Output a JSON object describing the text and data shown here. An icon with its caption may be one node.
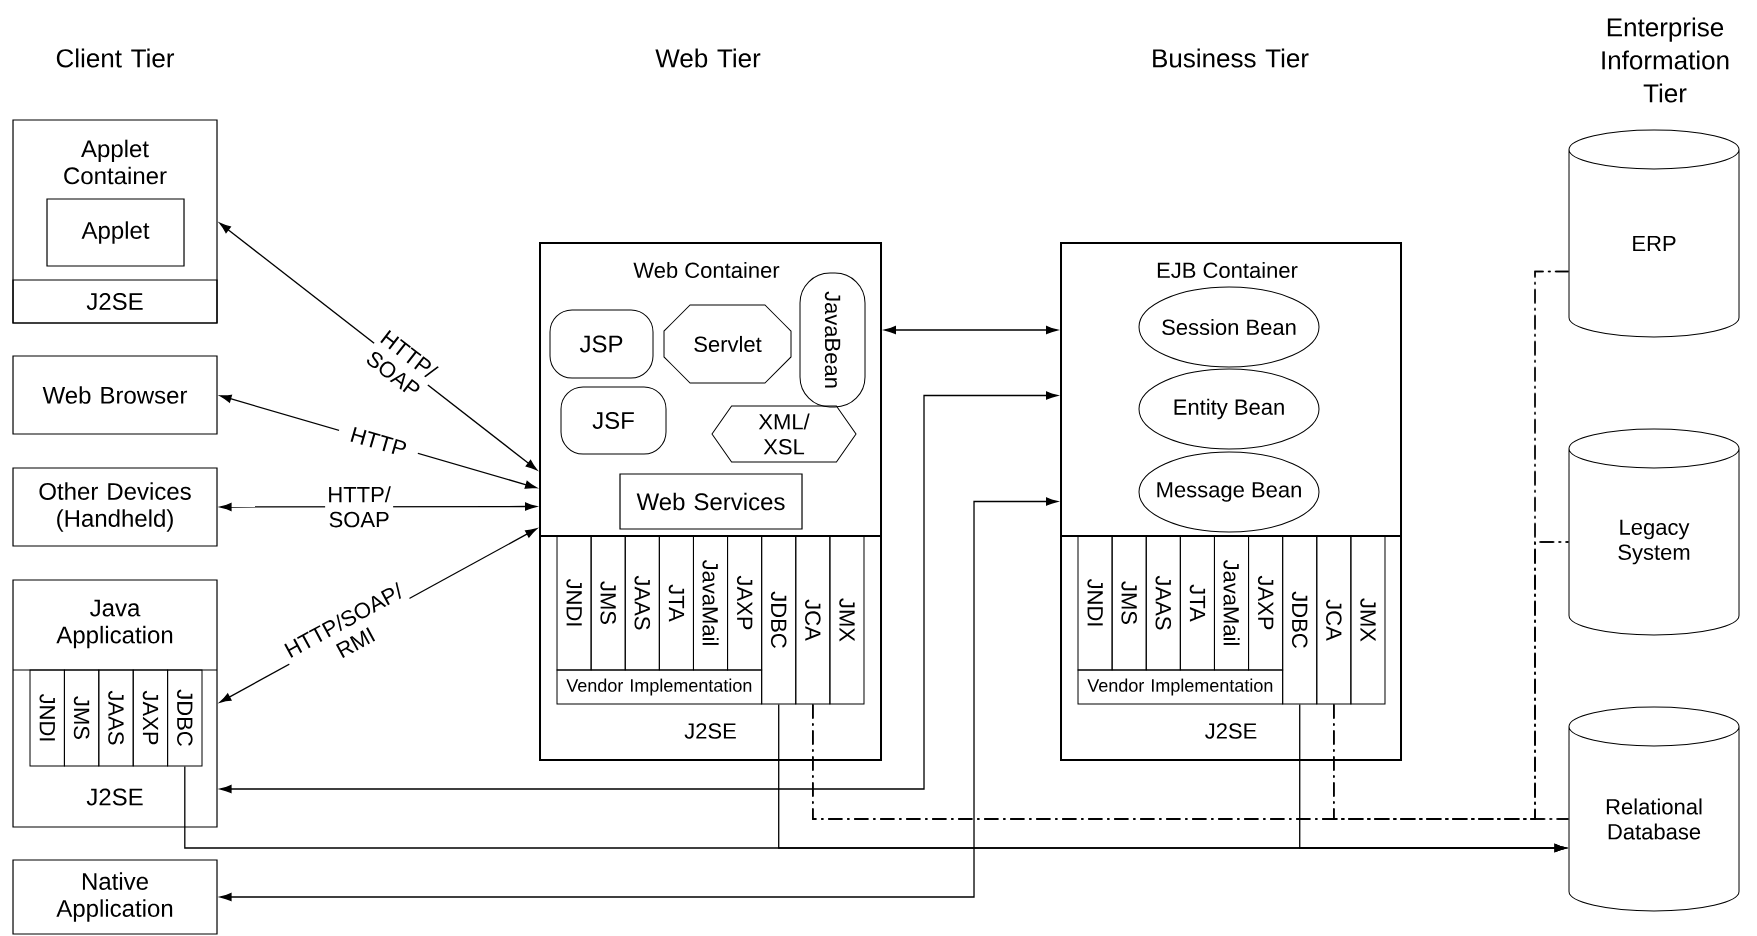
{
  "diagram": {
    "nodes": [
      {
        "text": [
          "Applet Container"
        ]
      },
      {
        "text": [
          "Applet"
        ],
        "in": 0
      },
      {
        "text": [
          "J2SE"
        ],
        "in": 0
      },
      {
        "text": [
          "Web Browser"
        ]
      },
      {
        "text": [
          "Other Devices (Handheld)"
        ]
      },
      {
        "text": [
          "Java Application",
          "J2SE"
        ]
      },
      {
        "text": [
          "JNDI"
        ],
        "in": 5
      },
      {
        "text": [
          "JMS"
        ],
        "in": 5
      },
      {
        "text": [
          "JAAS"
        ],
        "in": 5
      },
      {
        "text": [
          "JAXP"
        ],
        "in": 5
      },
      {
        "text": [
          "JDBC"
        ],
        "in": 5
      },
      {
        "text": [
          "Native Application"
        ]
      },
      {
        "text": [
          "Web Container",
          "J2SE"
        ]
      },
      {
        "text": [
          "JSP"
        ],
        "in": 12
      },
      {
        "text": [
          "Servlet"
        ],
        "in": 12
      },
      {
        "text": [
          "JavaBean"
        ],
        "in": 12
      },
      {
        "text": [
          "JSF"
        ],
        "in": 12
      },
      {
        "text": [
          "XML/ XSL"
        ],
        "in": 12
      },
      {
        "text": [
          "Web Services"
        ],
        "in": 12
      },
      {
        "text": [
          "JNDI"
        ],
        "in": 12
      },
      {
        "text": [
          "JMS"
        ],
        "in": 12
      },
      {
        "text": [
          "JAAS"
        ],
        "in": 12
      },
      {
        "text": [
          "JTA"
        ],
        "in": 12
      },
      {
        "text": [
          "JavaMail"
        ],
        "in": 12
      },
      {
        "text": [
          "JAXP"
        ],
        "in": 12
      },
      {
        "text": [
          "JDBC"
        ],
        "in": 12
      },
      {
        "text": [
          "JCA"
        ],
        "in": 12
      },
      {
        "text": [
          "JMX"
        ],
        "in": 12
      },
      {
        "text": [
          "Vendor Implementation"
        ],
        "in": 12
      },
      {
        "text": [
          "EJB Container",
          "J2SE"
        ]
      },
      {
        "text": [
          "Session Bean"
        ],
        "in": 29
      },
      {
        "text": [
          "Entity Bean"
        ],
        "in": 29
      },
      {
        "text": [
          "Message Bean"
        ],
        "in": 29
      },
      {
        "text": [
          "JNDI"
        ],
        "in": 29
      },
      {
        "text": [
          "JMS"
        ],
        "in": 29
      },
      {
        "text": [
          "JAAS"
        ],
        "in": 29
      },
      {
        "text": [
          "JTA"
        ],
        "in": 29
      },
      {
        "text": [
          "JavaMail"
        ],
        "in": 29
      },
      {
        "text": [
          "JAXP"
        ],
        "in": 29
      },
      {
        "text": [
          "JDBC"
        ],
        "in": 29
      },
      {
        "text": [
          "JCA"
        ],
        "in": 29
      },
      {
        "text": [
          "JMX"
        ],
        "in": 29
      },
      {
        "text": [
          "Vendor Implementation"
        ],
        "in": 29
      },
      {
        "text": [
          "ERP"
        ]
      },
      {
        "text": [
          "Legacy System"
        ]
      },
      {
        "text": [
          "Relational Database"
        ]
      }
    ],
    "edges": [
      {
        "from": 12,
        "to": 0,
        "arrow": "both",
        "label": "HTTP/ SOAP"
      },
      {
        "from": 12,
        "to": 3,
        "arrow": "both",
        "label": "HTTP"
      },
      {
        "from": 12,
        "to": 4,
        "arrow": "both",
        "label": "HTTP/ SOAP"
      },
      {
        "from": 12,
        "to": 5,
        "arrow": "both",
        "label": "HTTP/SOAP/ RMI"
      },
      {
        "from": 12,
        "to": 29,
        "arrow": "both"
      },
      {
        "from": 29,
        "to": 5,
        "arrow": "both"
      },
      {
        "from": 29,
        "to": 11,
        "arrow": "both"
      },
      {
        "from": 10,
        "to": 45,
        "arrow": "to"
      },
      {
        "from": 25,
        "to": 45,
        "arrow": "to"
      },
      {
        "from": 39,
        "to": 45,
        "arrow": "to"
      },
      {
        "from": 26,
        "to": 43,
        "arrow": "none",
        "style": "dashed"
      },
      {
        "from": 26,
        "to": 44,
        "arrow": "none",
        "style": "dashed"
      },
      {
        "from": 26,
        "to": 45,
        "arrow": "none",
        "style": "dashed"
      },
      {
        "from": 40,
        "to": 43,
        "arrow": "none",
        "style": "dashed"
      },
      {
        "from": 40,
        "to": 44,
        "arrow": "none",
        "style": "dashed"
      },
      {
        "from": 40,
        "to": 45,
        "arrow": "none",
        "style": "dashed"
      }
    ],
    "labels": [
      "Client Tier",
      "Web Tier",
      "Business Tier",
      "Enterprise Information Tier"
    ]
  }
}
